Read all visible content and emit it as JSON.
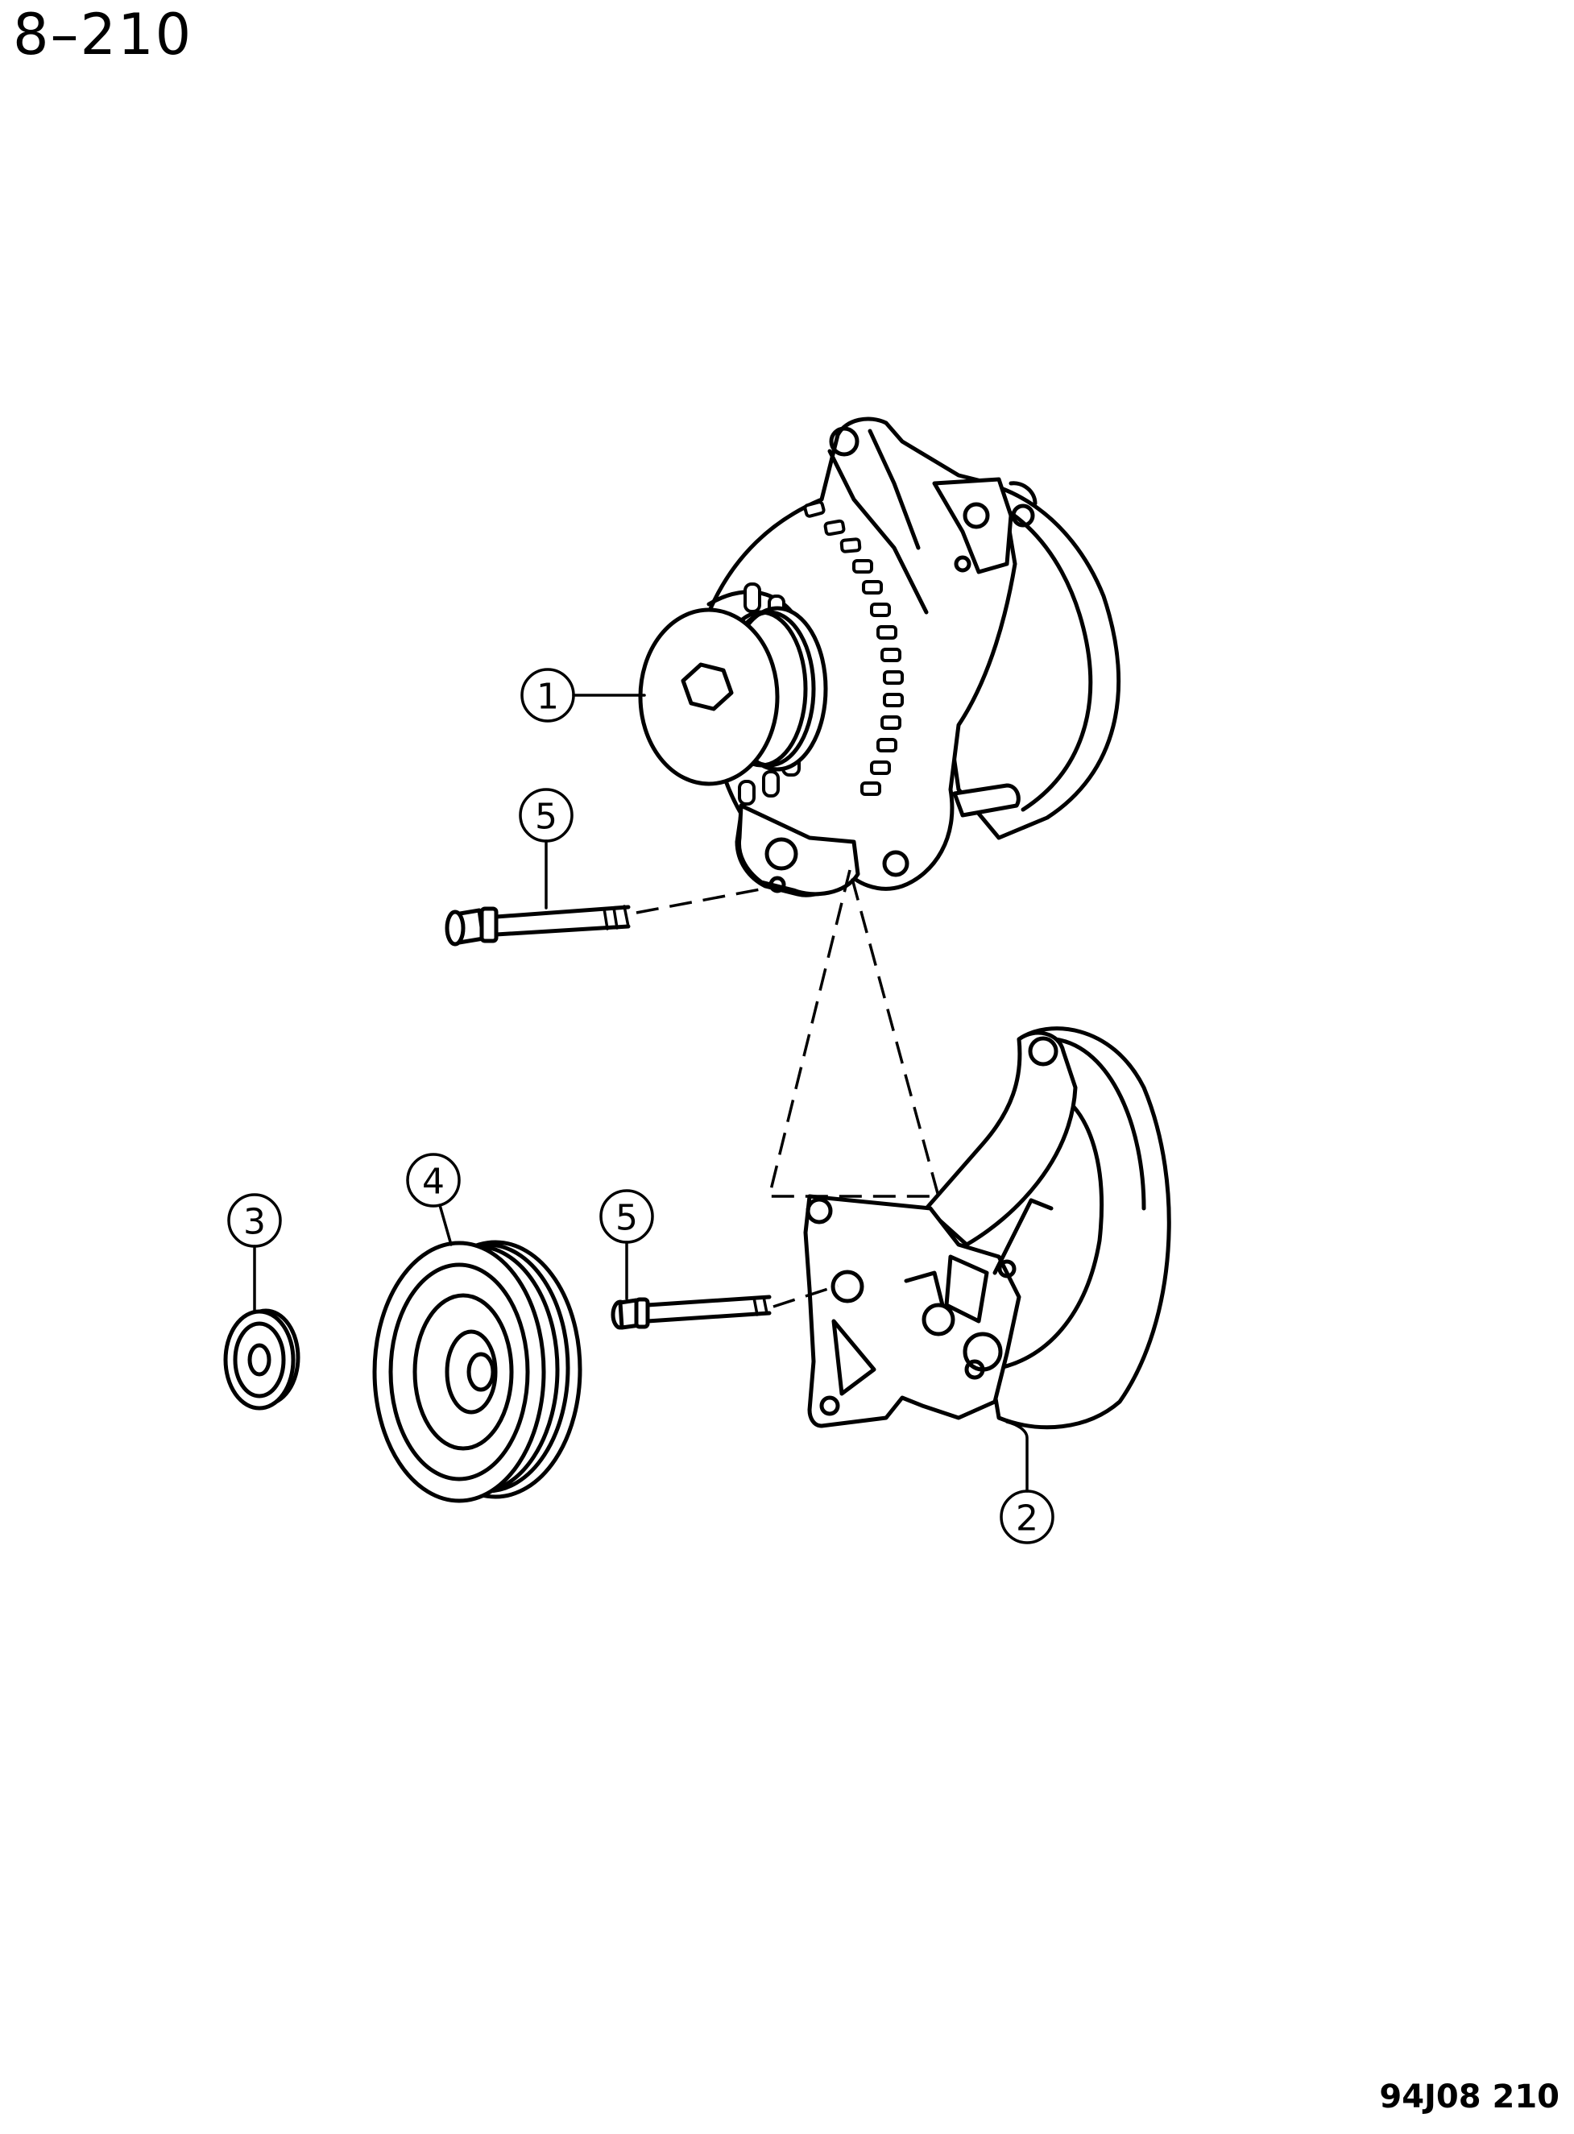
{
  "page_number": "8–210",
  "figure_code": "94J08 210",
  "callouts": [
    {
      "id": "callout-1",
      "label": "1"
    },
    {
      "id": "callout-5-upper",
      "label": "5"
    },
    {
      "id": "callout-3",
      "label": "3"
    },
    {
      "id": "callout-4",
      "label": "4"
    },
    {
      "id": "callout-5-lower",
      "label": "5"
    },
    {
      "id": "callout-2",
      "label": "2"
    }
  ]
}
